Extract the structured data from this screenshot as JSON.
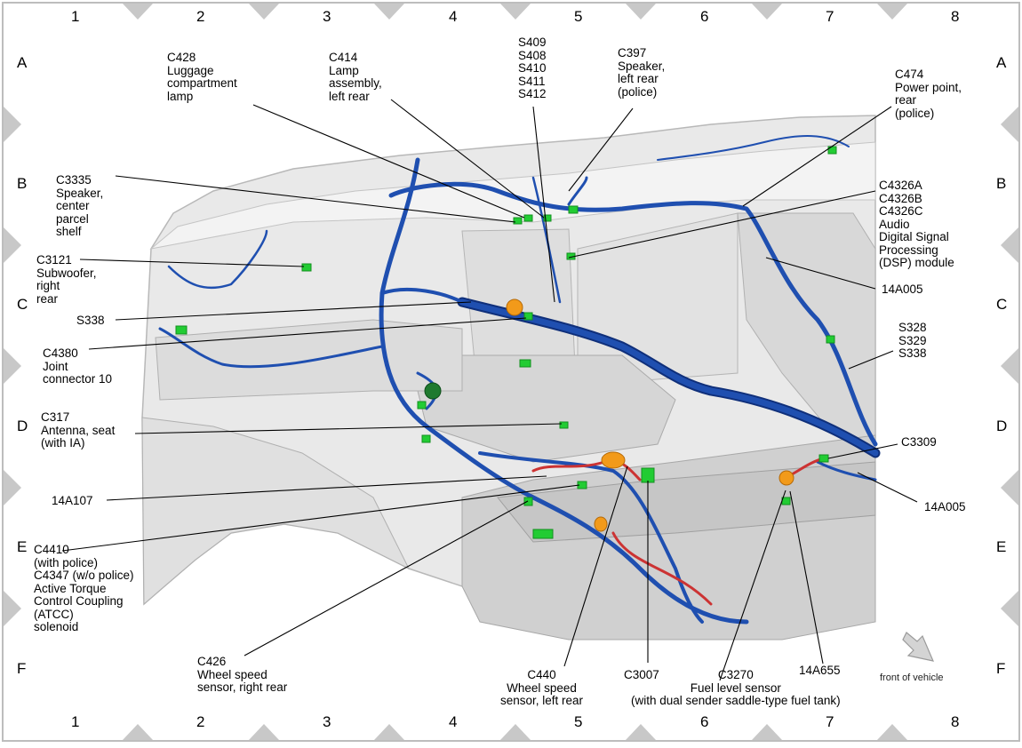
{
  "grid": {
    "columns": [
      "1",
      "2",
      "3",
      "4",
      "5",
      "6",
      "7",
      "8"
    ],
    "rows": [
      "A",
      "B",
      "C",
      "D",
      "E",
      "F"
    ]
  },
  "labels": {
    "c428": "C428\nLuggage\ncompartment\nlamp",
    "c414": "C414\nLamp\nassembly,\nleft rear",
    "s409": "S409\nS408\nS410\nS411\nS412",
    "c397": "C397\nSpeaker,\nleft rear\n(police)",
    "c474": "C474\nPower point,\nrear\n(police)",
    "c3335": "C3335\nSpeaker,\ncenter\nparcel\nshelf",
    "c4326": "C4326A\nC4326B\nC4326C\nAudio\nDigital Signal\nProcessing\n(DSP) module",
    "c3121": "C3121\nSubwoofer,\nright\nrear",
    "harness_14a005_upper": "14A005",
    "s338": "S338",
    "s328": "S328\nS329\nS338",
    "c4380": "C4380\nJoint\nconnector 10",
    "c317": "C317\nAntenna, seat\n(with IA)",
    "c3309": "C3309",
    "harness_14a107": "14A107",
    "harness_14a005_lower": "14A005",
    "c4410": "C4410\n(with police)\nC4347 (w/o police)\nActive Torque\nControl Coupling\n(ATCC)\nsolenoid",
    "c426": "C426\nWheel speed\nsensor, right rear",
    "c440": "C440\nWheel speed\nsensor, left rear",
    "c3007": "C3007",
    "c3270": "C3270\nFuel level sensor\n(with dual sender saddle-type fuel tank)",
    "harness_14a655": "14A655",
    "front_of_vehicle": "front of vehicle"
  },
  "colors": {
    "harness": "#1f4fb0",
    "harness_dark": "#0f2f7a",
    "connector": "#22cc33",
    "splice": "#f29a1a",
    "red_wire": "#cc3333",
    "body_panel": "#e4e4e4",
    "grid_triangle": "#c8c8c8"
  }
}
